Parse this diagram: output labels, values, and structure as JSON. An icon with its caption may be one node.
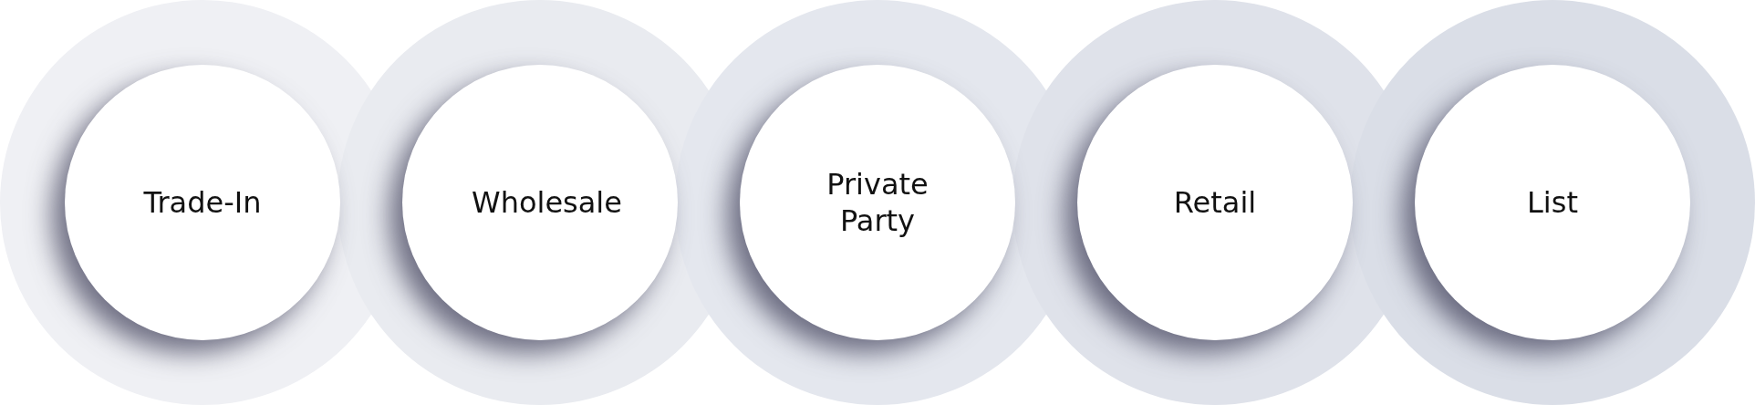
{
  "diagram": {
    "nodes": [
      {
        "text": [
          "Trade-In"
        ]
      },
      {
        "text": [
          "Wholesale"
        ]
      },
      {
        "text": [
          "Private Party"
        ]
      },
      {
        "text": [
          "Retail"
        ]
      },
      {
        "text": [
          "List"
        ]
      }
    ]
  }
}
